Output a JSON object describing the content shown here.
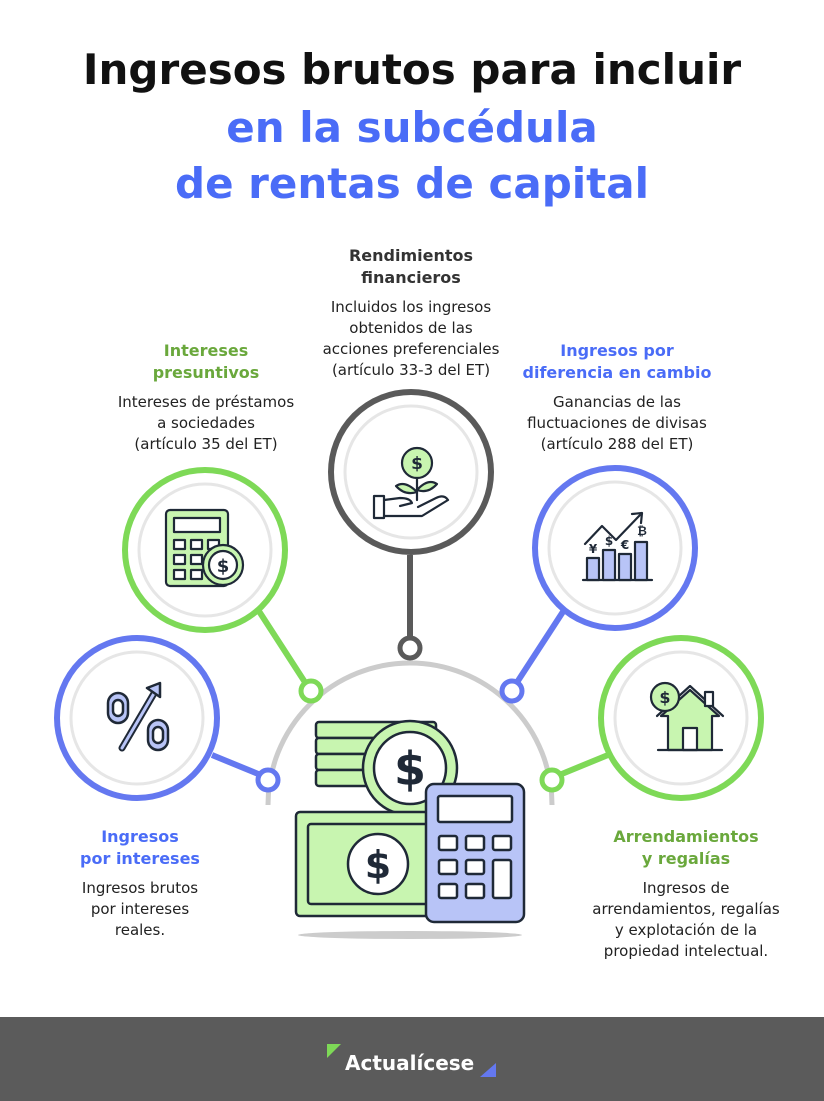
{
  "title": {
    "line1": "Ingresos brutos para incluir",
    "line2": "en la subcédula",
    "line3": "de rentas de capital"
  },
  "colors": {
    "green": "#7ed957",
    "green_text": "#6aa83c",
    "blue": "#6478f0",
    "blue_text": "#4a6cf7",
    "gray": "#5a5a5a",
    "light_gray": "#cccccc",
    "icon_green_fill": "#c8f5b0",
    "icon_blue_fill": "#b8c4f7"
  },
  "items": {
    "rendimientos": {
      "heading": "Rendimientos\nfinancieros",
      "description": "Incluidos los ingresos\nobtenidos de las\nacciones preferenciales\n(artículo 33-3 del ET)",
      "icon": "money-plant-hand-icon"
    },
    "presuntivos": {
      "heading": "Intereses\npresuntivos",
      "description": "Intereses de préstamos\na sociedades\n(artículo 35 del ET)",
      "icon": "calculator-coin-icon"
    },
    "cambio": {
      "heading": "Ingresos por\ndiferencia en cambio",
      "description": "Ganancias de las\nfluctuaciones de divisas\n(artículo 288 del ET)",
      "icon": "currency-chart-icon"
    },
    "intereses": {
      "heading": "Ingresos\npor intereses",
      "description": "Ingresos brutos\npor intereses\nreales.",
      "icon": "percent-arrow-icon"
    },
    "arrendamientos": {
      "heading": "Arrendamientos\ny regalías",
      "description": "Ingresos de\narrendamientos, regalías\ny explotación de la\npropiedad intelectual.",
      "icon": "house-coin-icon"
    }
  },
  "footer": {
    "brand": "Actualícese"
  }
}
